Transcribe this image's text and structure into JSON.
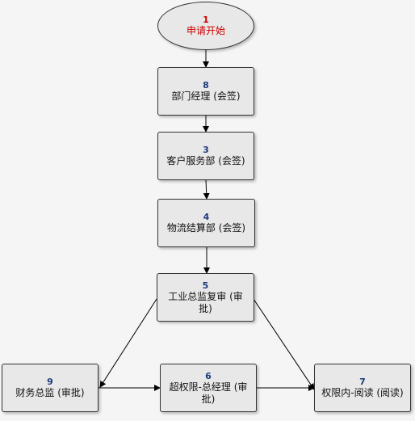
{
  "nodes": {
    "n1": {
      "num": "1",
      "label": "申请开始"
    },
    "n8": {
      "num": "8",
      "label": "部门经理 (会签)"
    },
    "n3": {
      "num": "3",
      "label": "客户服务部 (会签)"
    },
    "n4": {
      "num": "4",
      "label": "物流结算部 (会签)"
    },
    "n5": {
      "num": "5",
      "label": "工业总监复审 (审批)"
    },
    "n9": {
      "num": "9",
      "label": "财务总监 (审批)"
    },
    "n6": {
      "num": "6",
      "label": "超权限-总经理 (审批)"
    },
    "n7": {
      "num": "7",
      "label": "权限内-阅读 (阅读)"
    }
  },
  "edges": [
    {
      "from": "1",
      "to": "8"
    },
    {
      "from": "8",
      "to": "3"
    },
    {
      "from": "3",
      "to": "4"
    },
    {
      "from": "4",
      "to": "5"
    },
    {
      "from": "5",
      "to": "9"
    },
    {
      "from": "5",
      "to": "7"
    },
    {
      "from": "9",
      "to": "6"
    },
    {
      "from": "6",
      "to": "7"
    }
  ],
  "colors": {
    "start_text": "#cc0000",
    "step_number": "#1f3a7a",
    "node_fill": "#e8e8e8",
    "node_border": "#333333"
  }
}
